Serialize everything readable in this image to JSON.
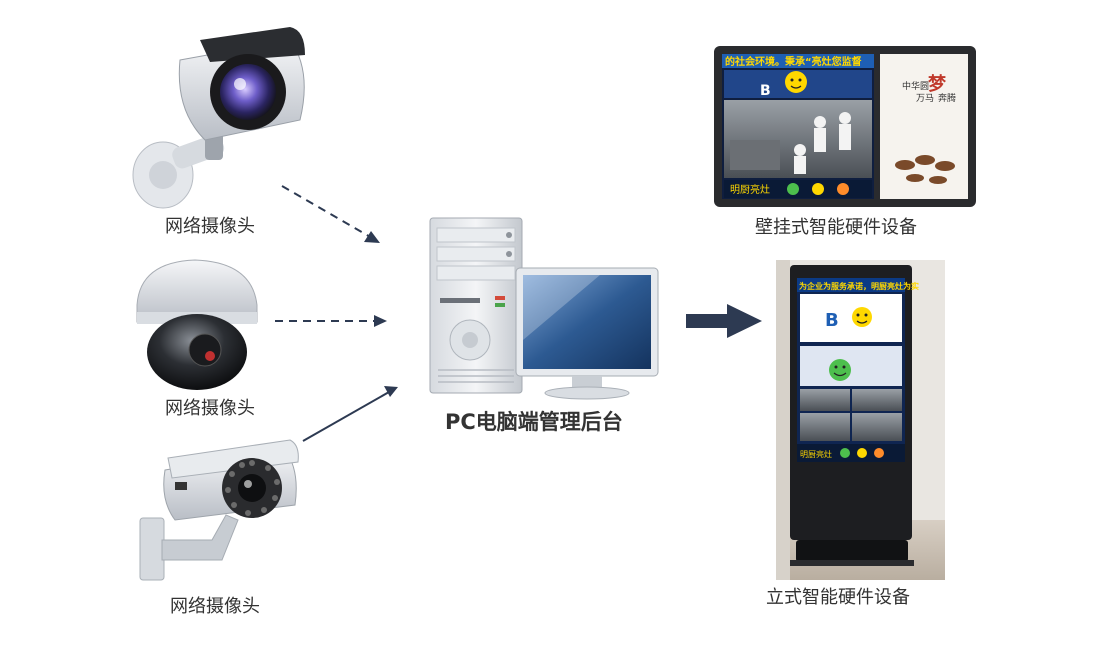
{
  "cameras": [
    {
      "type": "bullet-camera",
      "label": "网络摄像头"
    },
    {
      "type": "dome-camera",
      "label": "网络摄像头"
    },
    {
      "type": "ir-bullet-camera",
      "label": "网络摄像头"
    }
  ],
  "center": {
    "label": "PC电脑端管理后台"
  },
  "devices": {
    "wall": {
      "label": "壁挂式智能硬件设备",
      "banner_text": "的社会环境。秉承“亮灶您监督",
      "rating_letter": "B",
      "poster_title": "中华圆",
      "poster_line2": "万马",
      "poster_line3": "奔腾",
      "poster_char": "梦",
      "footer_text": "明厨亮灶"
    },
    "standing": {
      "label": "立式智能硬件设备",
      "banner_text": "为企业为服务承诺，明厨亮灶为实",
      "rating_letter": "B",
      "footer_text": "明厨亮灶"
    }
  },
  "colors": {
    "arrow_dark": "#2d3a52",
    "text": "#333333",
    "screen_yellow": "#ffd800",
    "screen_blue": "#1e5fb4"
  }
}
